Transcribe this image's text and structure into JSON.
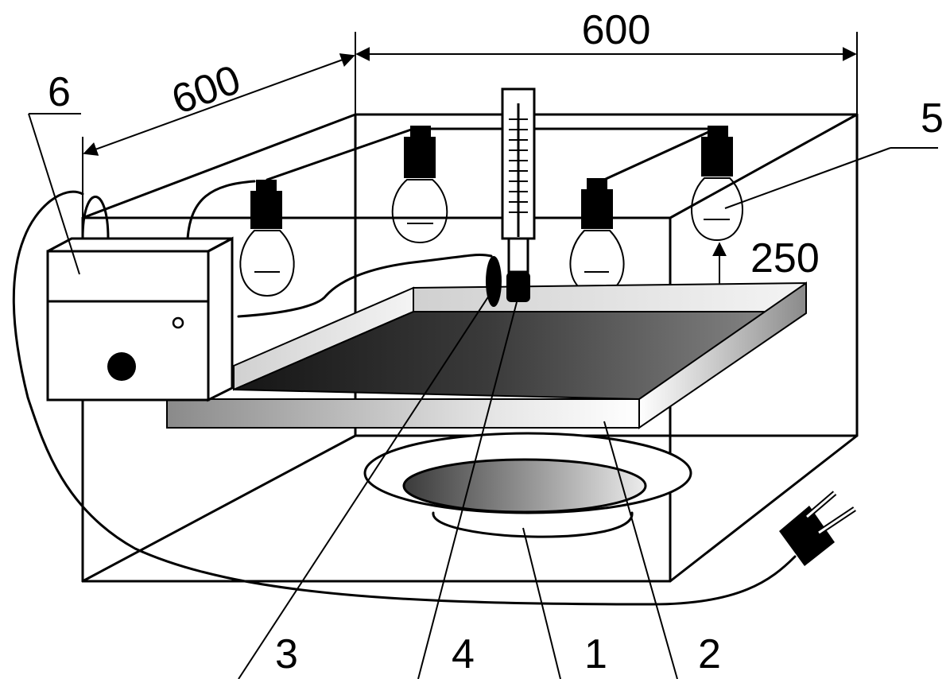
{
  "dimensions": {
    "width_top": "600",
    "depth_side": "600",
    "lamp_height": "250"
  },
  "callouts": {
    "dish": "1",
    "tray": "2",
    "sensor": "3",
    "thermometer": "4",
    "lamp": "5",
    "controller": "6"
  },
  "colors": {
    "line": "#000000",
    "background": "#ffffff",
    "tray_dark": "#2a2a2a",
    "tray_light": "#f2f2f2"
  }
}
